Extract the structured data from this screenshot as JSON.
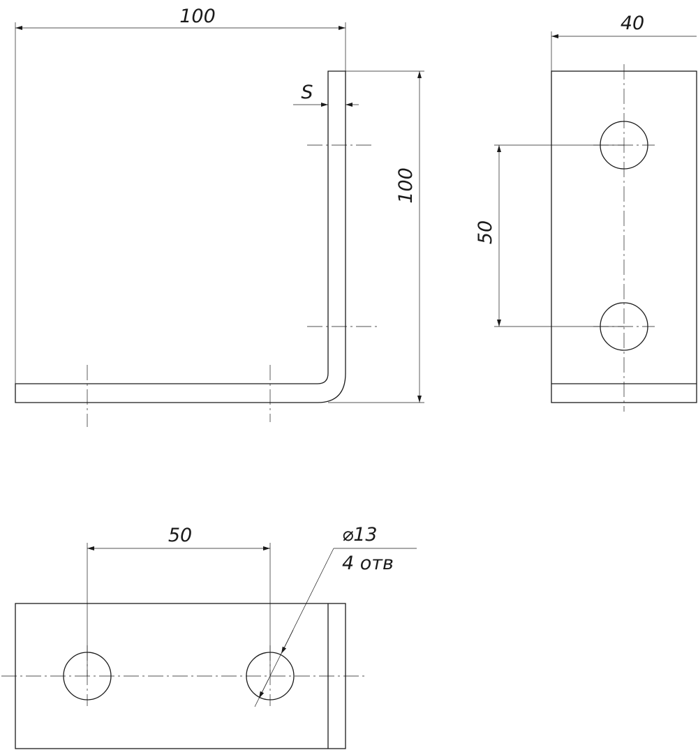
{
  "dimensions": {
    "side_width": "100",
    "side_height": "100",
    "thickness": "S",
    "end_width": "40",
    "end_hole_spacing": "50",
    "top_hole_spacing": "50",
    "hole_diameter": "⌀13",
    "hole_count": "4 отв"
  },
  "colors": {
    "line": "#1a1a1a",
    "background": "#ffffff"
  }
}
